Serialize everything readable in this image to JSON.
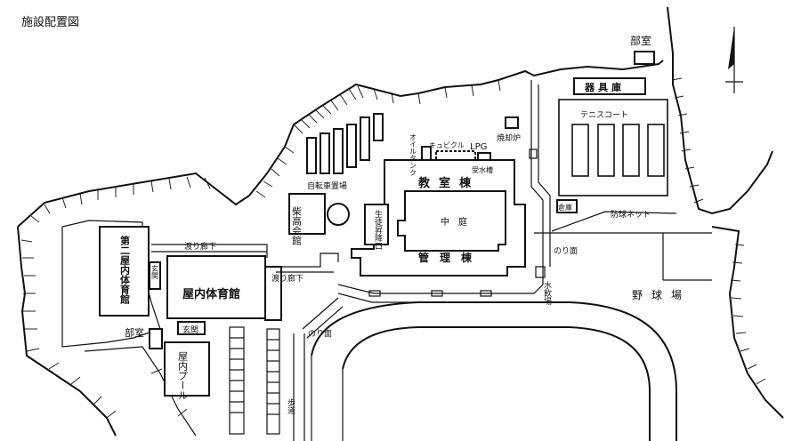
{
  "title": "施設配置図",
  "labels": {
    "buka_top": "部室",
    "kiguko": "器具庫",
    "tennis": "テニスコート",
    "shokyakuro": "焼却炉",
    "lpg": "LPG",
    "cubicle": "キュビクル",
    "oil_tank": "オイルタンク",
    "jusuiso": "受水槽",
    "kyoshitsu": "教室棟",
    "chutei": "中庭",
    "kanri": "管理棟",
    "jitensha": "自転車置場",
    "shiko": "柴高会館",
    "seito": "生徒昇降口",
    "watari1": "渡り廊下",
    "watari2": "渡り廊下",
    "dai2": "第二屋内体育館",
    "genkan1": "玄関",
    "genkan2": "玄関",
    "okunai": "屋内体育館",
    "buka_left": "部室",
    "pool": "屋内プール",
    "hodo": "歩道",
    "norimen1": "のり面",
    "norimen2": "のり面",
    "mizunomiba": "水飲場",
    "sokou": "倉庫",
    "bokyu": "防球ネット",
    "yakyujo": "野球場"
  }
}
